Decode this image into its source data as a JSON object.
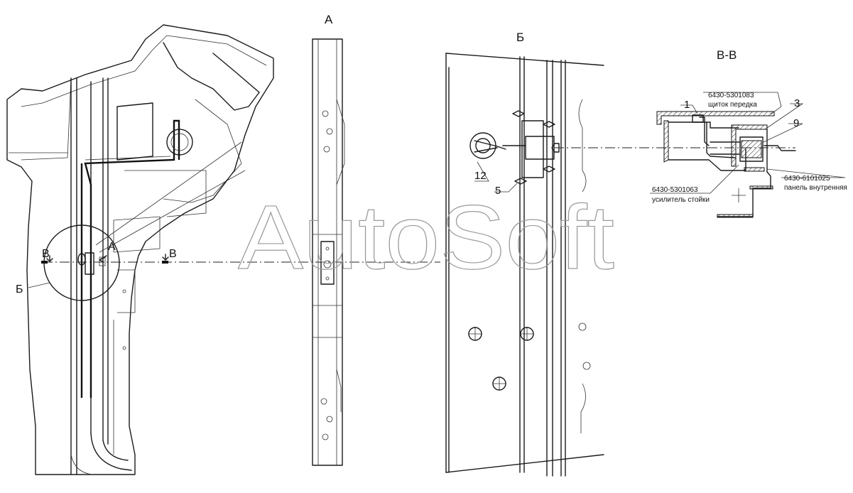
{
  "views": {
    "view_a": "А",
    "view_b": "Б",
    "section_bb": "В-В"
  },
  "markers": {
    "cut_left": "В",
    "cut_right": "В",
    "view_a_arrow": "А",
    "detail_b": "Б"
  },
  "callouts": {
    "item_1": "1",
    "item_3": "3",
    "item_9": "9",
    "item_5": "5",
    "item_12": "12"
  },
  "part_labels": {
    "shield_code": "6430-5301083",
    "shield_name": "щиток передка",
    "panel_code": "6430-6101025",
    "panel_name": "панель внутренняя",
    "reinforcement_code": "6430-5301063",
    "reinforcement_name": "усилитель стойки"
  },
  "watermark": "AutoSoft"
}
